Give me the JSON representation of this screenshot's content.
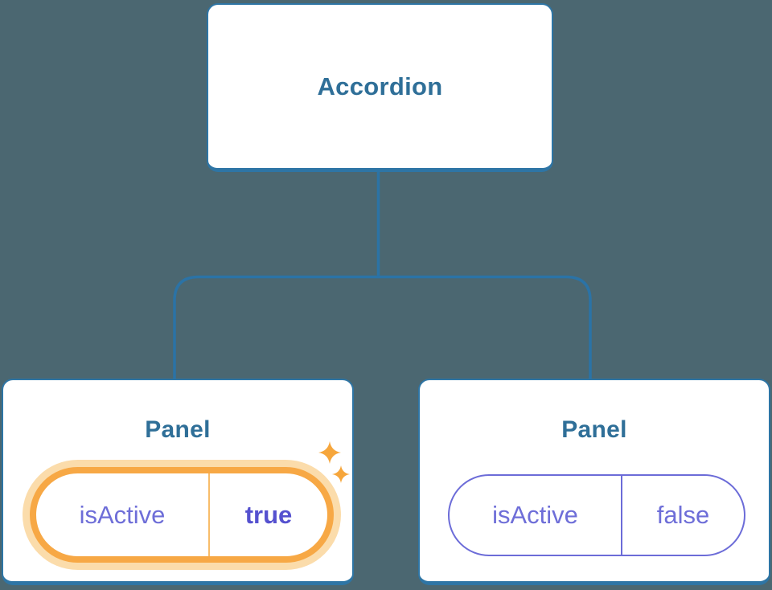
{
  "diagram": {
    "title": "Accordion state tree diagram",
    "root": {
      "label": "Accordion"
    },
    "panels": [
      {
        "label": "Panel",
        "prop_name": "isActive",
        "prop_value": "true",
        "state": "active",
        "highlighted": true
      },
      {
        "label": "Panel",
        "prop_name": "isActive",
        "prop_value": "false",
        "state": "inactive",
        "highlighted": false
      }
    ],
    "icons": [
      "sparkle-icon-large",
      "sparkle-icon-small"
    ]
  },
  "colors": {
    "background": "#4b6771",
    "node_fill": "#ffffff",
    "node_border_blue": "#2e75a5",
    "connector_blue": "#2b73a6",
    "label_blue": "#2f6f98",
    "prop_purple": "#6e6ed8",
    "value_bold_purple": "#5551cf",
    "pill_border_purple": "#6c6cd8",
    "highlight_orange": "#f7a845",
    "highlight_glow_orange": "#fbdcab",
    "divider_orange": "#f8bc6a",
    "sparkle_orange": "#f6a63c"
  }
}
